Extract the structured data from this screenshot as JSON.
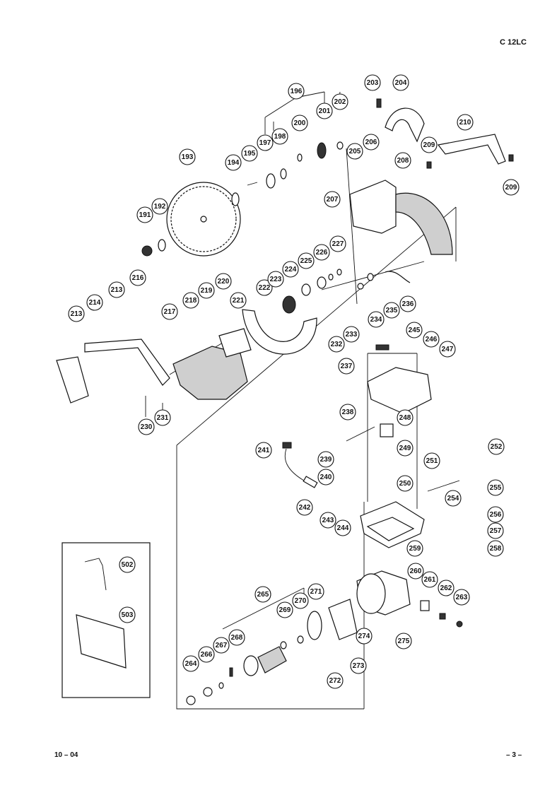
{
  "header": {
    "model": "C 12LC"
  },
  "footer": {
    "date": "10 – 04",
    "page": "– 3 –"
  },
  "part_numbers": [
    "191",
    "192",
    "193",
    "194",
    "195",
    "196",
    "197",
    "198",
    "200",
    "201",
    "202",
    "203",
    "204",
    "205",
    "206",
    "207",
    "208",
    "209",
    "209b",
    "210",
    "213",
    "214",
    "213b",
    "216",
    "217",
    "218",
    "219",
    "220",
    "221",
    "222",
    "223",
    "224",
    "225",
    "226",
    "227",
    "230",
    "231",
    "232",
    "233",
    "234",
    "235",
    "236",
    "237",
    "238",
    "239",
    "240",
    "241",
    "242",
    "243",
    "244",
    "245",
    "246",
    "247",
    "248",
    "249",
    "250",
    "251",
    "252",
    "254",
    "255",
    "256",
    "257",
    "258",
    "259",
    "260",
    "261",
    "262",
    "263",
    "264",
    "265",
    "266",
    "267",
    "268",
    "269",
    "270",
    "271",
    "272",
    "273",
    "274",
    "275",
    "502",
    "503"
  ],
  "labels": {
    "191": "191",
    "192": "192",
    "193": "193",
    "194": "194",
    "195": "195",
    "196": "196",
    "197": "197",
    "198": "198",
    "200": "200",
    "201": "201",
    "202": "202",
    "203": "203",
    "204": "204",
    "205": "205",
    "206": "206",
    "207": "207",
    "208": "208",
    "209": "209",
    "209b": "209",
    "210": "210",
    "213": "213",
    "214": "214",
    "213b": "213",
    "216": "216",
    "217": "217",
    "218": "218",
    "219": "219",
    "220": "220",
    "221": "221",
    "222": "222",
    "223": "223",
    "224": "224",
    "225": "225",
    "226": "226",
    "227": "227",
    "230": "230",
    "231": "231",
    "232": "232",
    "233": "233",
    "234": "234",
    "235": "235",
    "236": "236",
    "237": "237",
    "238": "238",
    "239": "239",
    "240": "240",
    "241": "241",
    "242": "242",
    "243": "243",
    "244": "244",
    "245": "245",
    "246": "246",
    "247": "247",
    "248": "248",
    "249": "249",
    "250": "250",
    "251": "251",
    "252": "252",
    "254": "254",
    "255": "255",
    "256": "256",
    "257": "257",
    "258": "258",
    "259": "259",
    "260": "260",
    "261": "261",
    "262": "262",
    "263": "263",
    "264": "264",
    "265": "265",
    "266": "266",
    "267": "267",
    "268": "268",
    "269": "269",
    "270": "270",
    "271": "271",
    "272": "272",
    "273": "273",
    "274": "274",
    "275": "275",
    "502": "502",
    "503": "503"
  }
}
